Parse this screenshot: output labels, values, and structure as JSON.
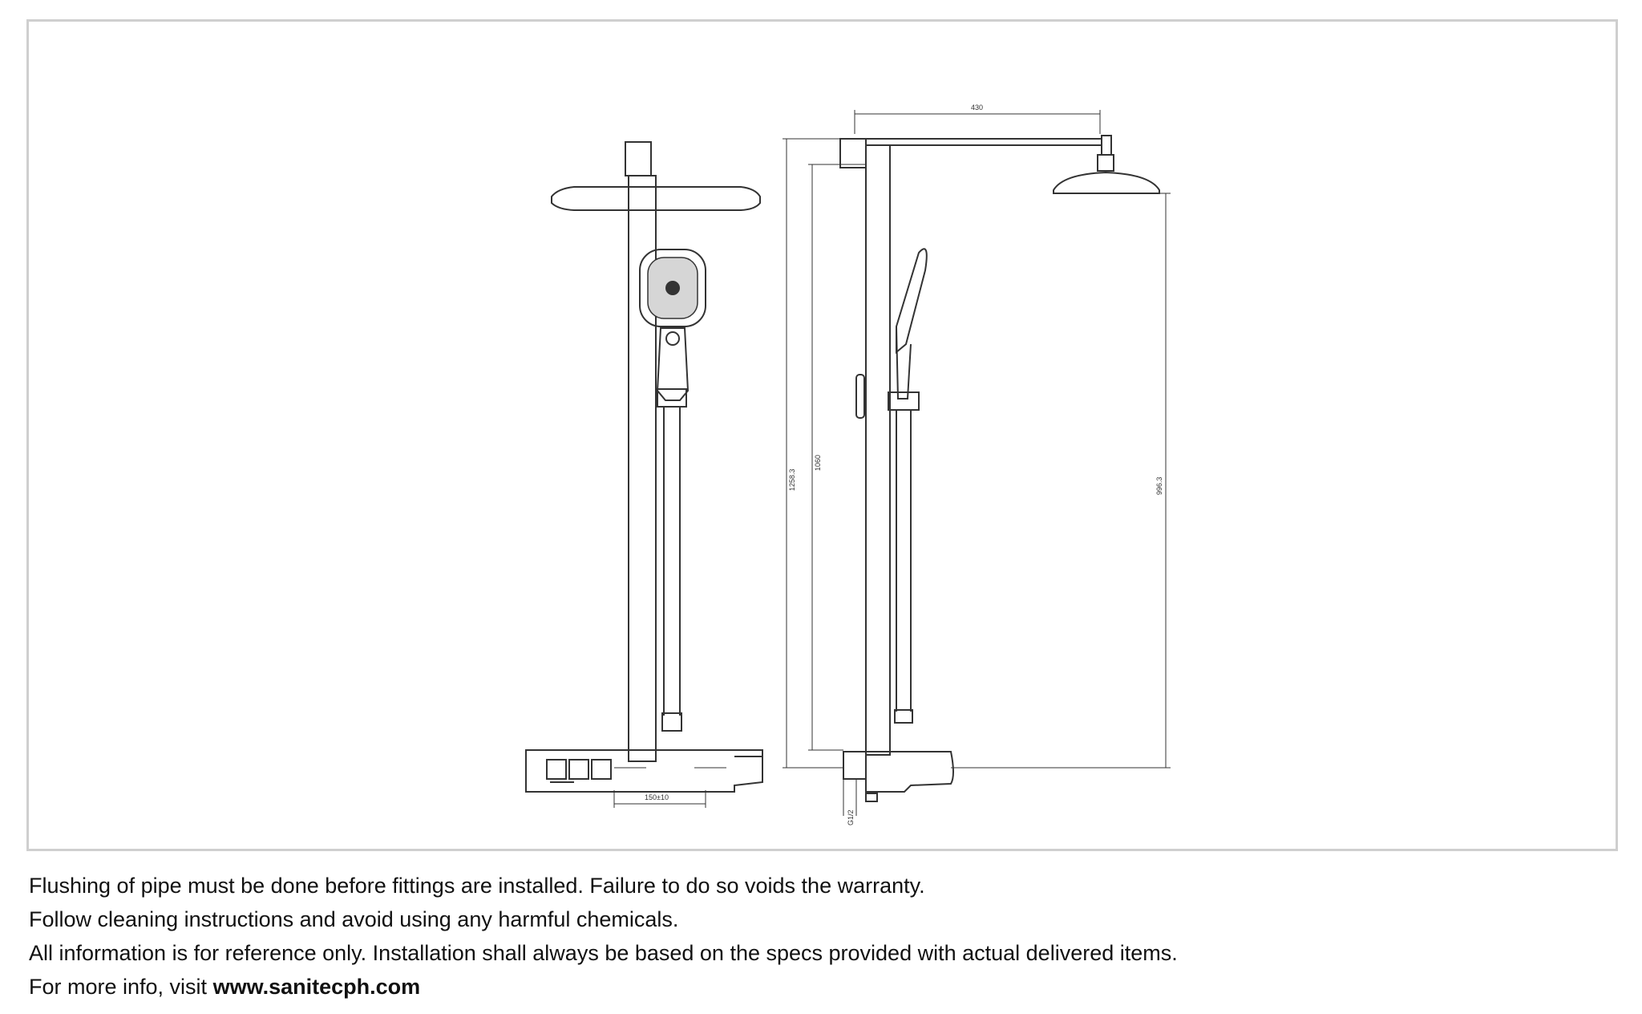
{
  "drawing": {
    "dim_top_width": "430",
    "dim_overall_height": "1258.3",
    "dim_bar_height": "1060",
    "dim_head_height": "996.3",
    "dim_outlet_spacing": "150±10",
    "dim_thread": "G1/2"
  },
  "notes": {
    "line1": "Flushing of pipe must be done before fittings are installed. Failure to do so voids the warranty.",
    "line2": "Follow cleaning instructions and avoid using any harmful chemicals.",
    "line3": "All information is for reference only. Installation shall always be based on the specs provided with actual delivered items.",
    "line4_prefix": "For more info, visit ",
    "line4_link": "www.sanitecph.com"
  },
  "colors": {
    "frame_border": "#cfcfcf",
    "line": "#333333"
  }
}
